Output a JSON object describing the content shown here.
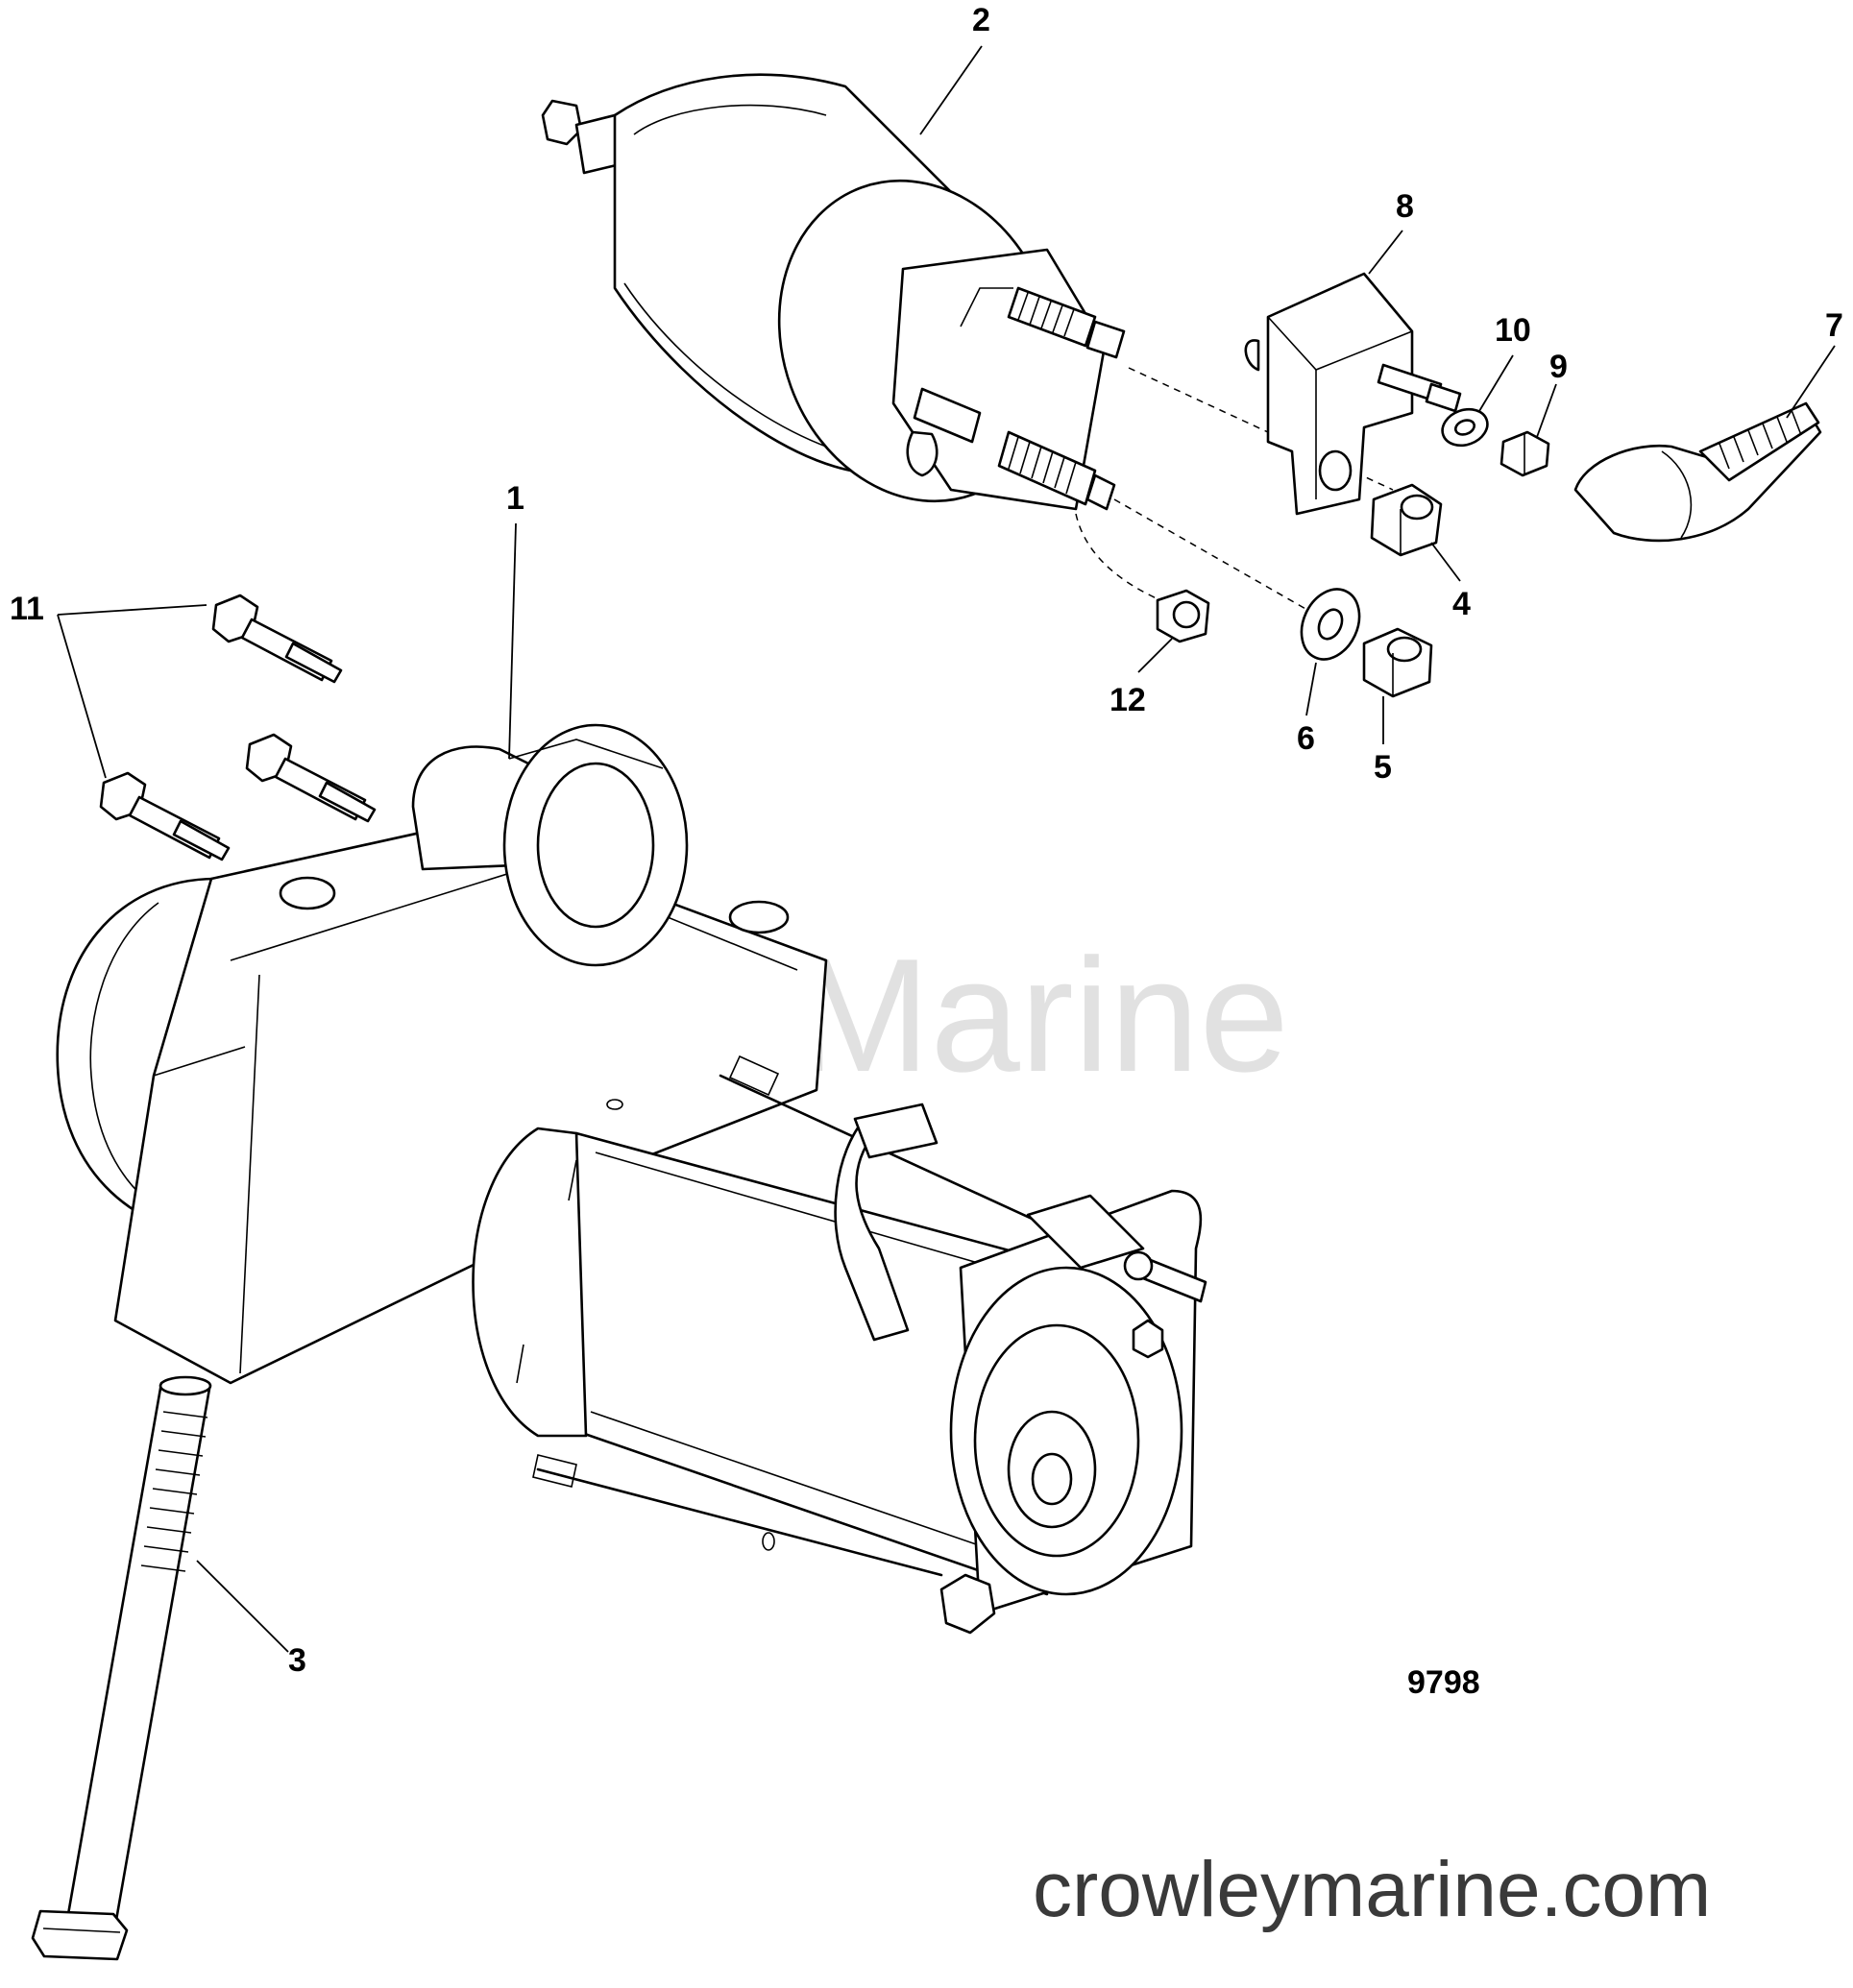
{
  "watermark": "Crowley Marine",
  "site": "crowleymarine.com",
  "figure_number": "9798",
  "callouts": {
    "c1": "1",
    "c2": "2",
    "c3": "3",
    "c4": "4",
    "c5": "5",
    "c6": "6",
    "c7": "7",
    "c8": "8",
    "c9": "9",
    "c10": "10",
    "c11": "11",
    "c12": "12"
  }
}
